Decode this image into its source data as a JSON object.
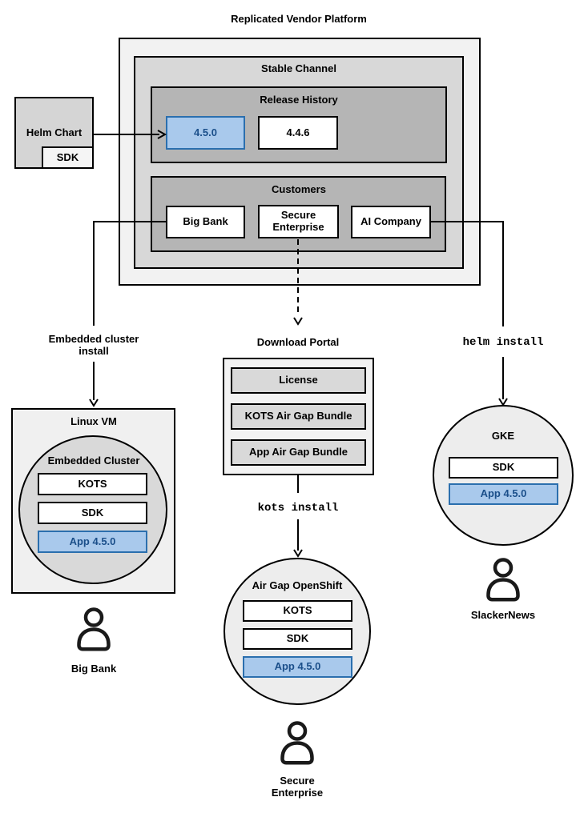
{
  "colors": {
    "canvas_bg": "#ffffff",
    "line": "#000000",
    "outer_fill": "#f2f2f2",
    "channel_fill": "#d8d8d8",
    "group_fill": "#b5b5b5",
    "node_fill": "#ffffff",
    "circle_fill": "#ededed",
    "highlight_fill": "#a9c9ec",
    "highlight_border": "#2b6fae",
    "highlight_text": "#1b4f8a"
  },
  "platform": {
    "title": "Replicated Vendor Platform",
    "stable_channel": {
      "label": "Stable Channel",
      "release_history": {
        "label": "Release History",
        "releases": [
          "4.5.0",
          "4.4.6"
        ]
      },
      "customers": {
        "label": "Customers",
        "items": [
          "Big Bank",
          "Secure Enterprise",
          "AI Company"
        ]
      }
    }
  },
  "helm_chart": {
    "label": "Helm Chart",
    "sdk": "SDK"
  },
  "download_portal": {
    "label": "Download Portal",
    "items": [
      "License",
      "KOTS Air Gap Bundle",
      "App Air Gap Bundle"
    ]
  },
  "flow_labels": {
    "embedded": "Embedded cluster install",
    "kots": "kots install",
    "helm": "helm install"
  },
  "deployments": {
    "embedded": {
      "host_label": "Linux VM",
      "cluster_label": "Embedded Cluster",
      "components": [
        "KOTS",
        "SDK"
      ],
      "app": "App 4.5.0",
      "user": "Big Bank"
    },
    "airgap": {
      "cluster_label": "Air Gap OpenShift",
      "components": [
        "KOTS",
        "SDK"
      ],
      "app": "App 4.5.0",
      "user": "Secure Enterprise"
    },
    "gke": {
      "cluster_label": "GKE",
      "components": [
        "SDK"
      ],
      "app": "App 4.5.0",
      "user": "SlackerNews"
    }
  }
}
